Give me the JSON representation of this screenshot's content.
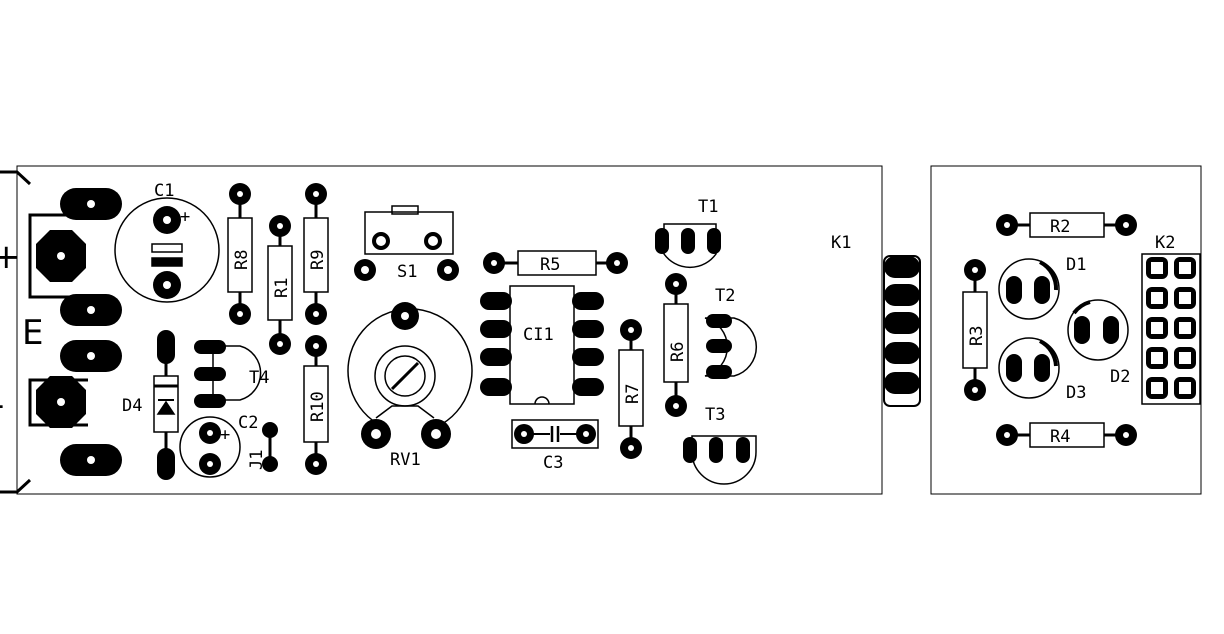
{
  "board": {
    "ink": "#000000",
    "background": "#ffffff",
    "terminals": {
      "plus": "+",
      "ground": "E",
      "minus": "-"
    },
    "polarity_mark": "+"
  },
  "labels": {
    "C1": "C1",
    "R8": "R8",
    "R1": "R1",
    "R9": "R9",
    "S1": "S1",
    "R5": "R5",
    "T1": "T1",
    "K1": "K1",
    "R2": "R2",
    "K2": "K2",
    "D1": "D1",
    "T2": "T2",
    "CI1": "CI1",
    "R6": "R6",
    "R3": "R3",
    "T4": "T4",
    "D4": "D4",
    "R10": "R10",
    "C2": "C2",
    "J1": "J1",
    "R7": "R7",
    "T3": "T3",
    "C3": "C3",
    "RV1": "RV1",
    "D3": "D3",
    "R4": "R4",
    "D2": "D2"
  }
}
